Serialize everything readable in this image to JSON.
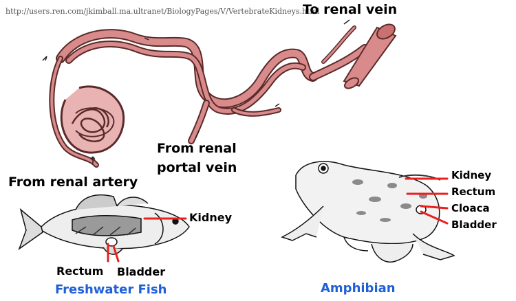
{
  "watermark_url": "http://users.ren.com/jkimball.ma.ultranet/BiologyPages/V/VertebrateKidneys.html",
  "nephron": {
    "to_renal_vein": "To renal vein",
    "from_renal_portal_vein_line1": "From renal",
    "from_renal_portal_vein_line2": "portal vein",
    "from_renal_artery": "From renal artery"
  },
  "fish": {
    "caption": "Freshwater Fish",
    "kidney": "Kidney",
    "rectum": "Rectum",
    "bladder": "Bladder"
  },
  "amphibian": {
    "caption": "Amphibian",
    "kidney": "Kidney",
    "rectum": "Rectum",
    "cloaca": "Cloaca",
    "bladder": "Bladder"
  },
  "colors": {
    "vessel": "#d98a8a",
    "vessel_outline": "#5a2a2a",
    "pointer_red": "#e8201e",
    "caption_blue": "#1f5fd8"
  }
}
